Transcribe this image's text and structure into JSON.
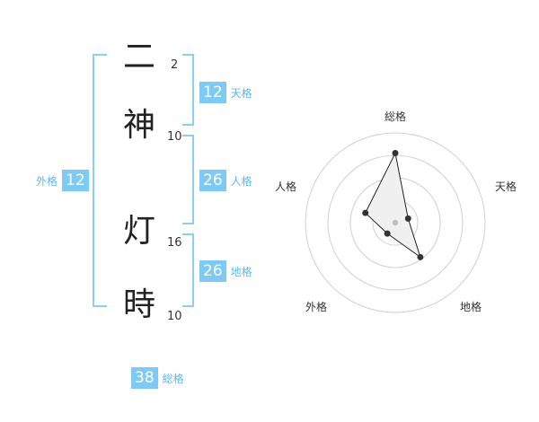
{
  "name": {
    "chars": [
      {
        "char": "二",
        "strokes": "2"
      },
      {
        "char": "神",
        "strokes": "10"
      },
      {
        "char": "灯",
        "strokes": "16"
      },
      {
        "char": "時",
        "strokes": "10"
      }
    ]
  },
  "kaku": {
    "ten": {
      "value": "12",
      "label": "天格"
    },
    "jin": {
      "value": "26",
      "label": "人格"
    },
    "chi": {
      "value": "26",
      "label": "地格"
    },
    "gai": {
      "value": "12",
      "label": "外格"
    },
    "sou": {
      "value": "38",
      "label": "総格"
    }
  },
  "radar": {
    "labels": {
      "sou": "総格",
      "ten": "天格",
      "chi": "地格",
      "gai": "外格",
      "jin": "人格"
    },
    "levels": 4,
    "max": 4,
    "values": {
      "sou": 3.1,
      "ten": 0.6,
      "chi": 1.9,
      "gai": 0.6,
      "jin": 1.4
    },
    "colors": {
      "ring": "#d0d0d0",
      "fill": "#f0f0f0",
      "line": "#222222",
      "point": "#333333",
      "center": "#bbbbbb"
    }
  }
}
